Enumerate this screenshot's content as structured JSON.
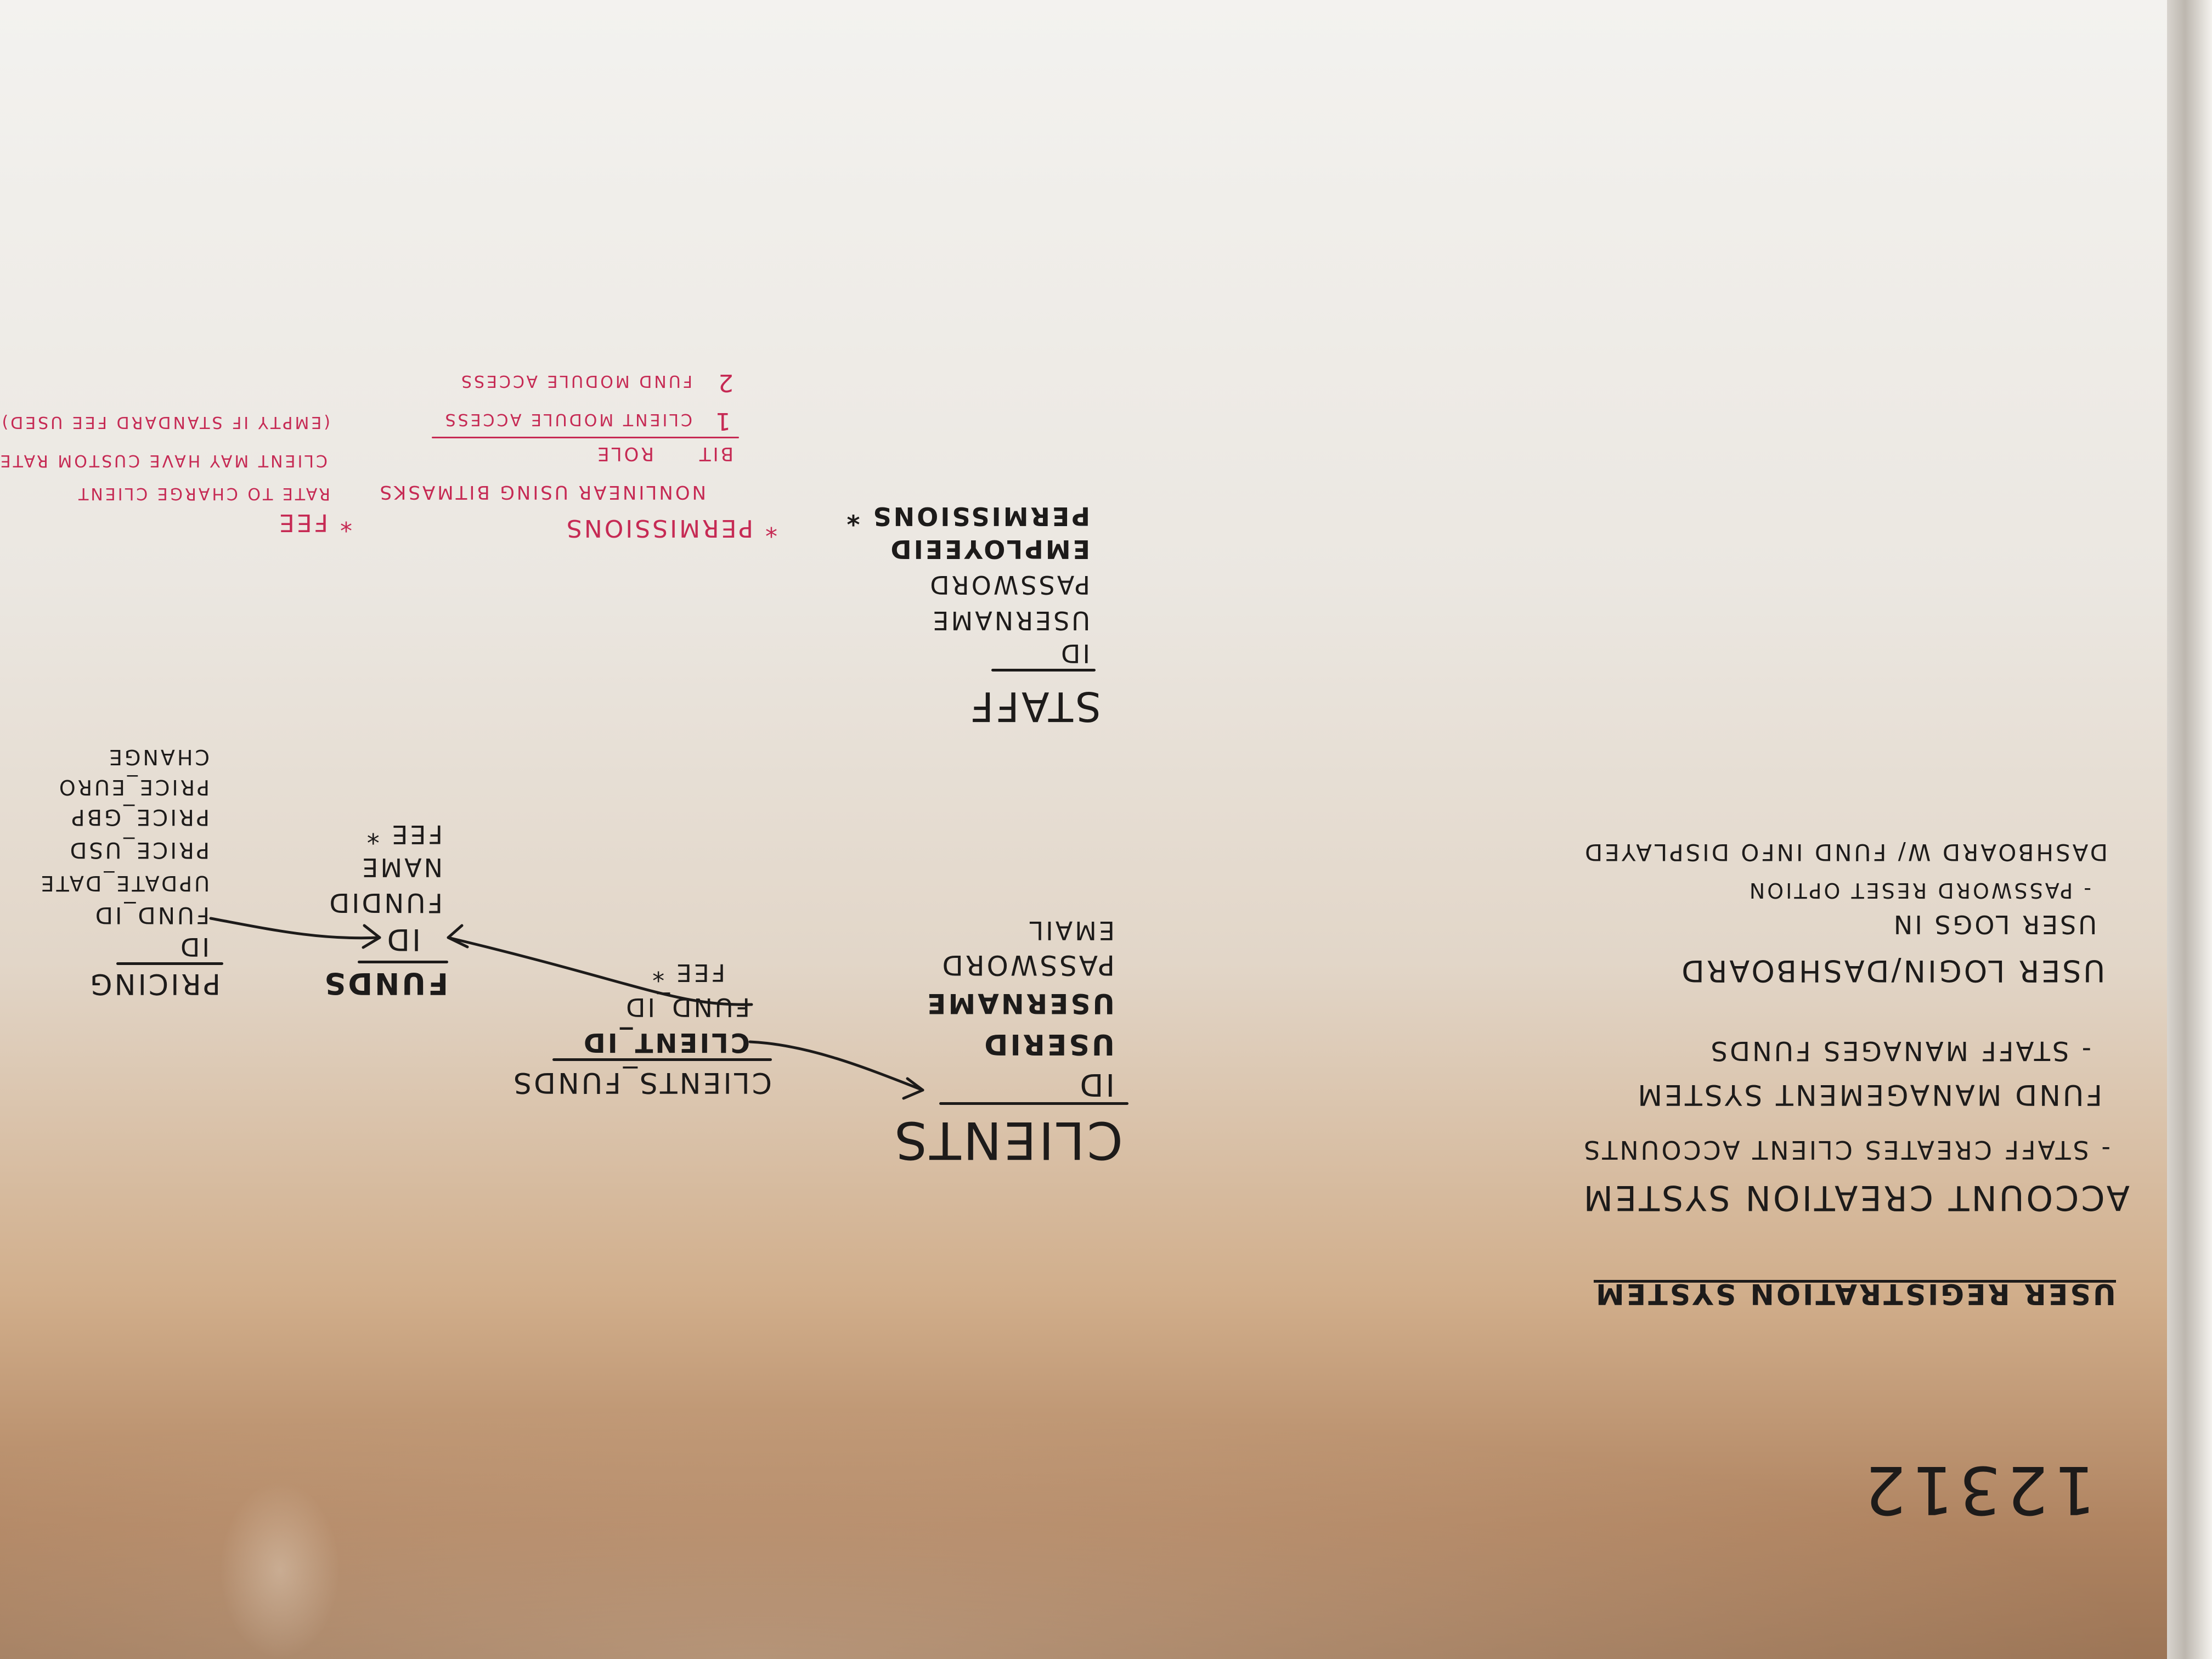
{
  "whiteboard": {
    "number": "12312",
    "title": "USER REGISTRATION SYSTEM",
    "sections": [
      {
        "heading": "ACCOUNT CREATION SYSTEM",
        "items": [
          "- STAFF CREATES CLIENT ACCOUNTS"
        ]
      },
      {
        "heading": "FUND MANAGEMENT SYSTEM",
        "items": [
          "- STAFF MANAGES FUNDS"
        ]
      },
      {
        "heading": "USER LOGIN/DASHBOARD",
        "items": [
          "USER LOGS IN",
          "- PASSWORD RESET OPTION",
          "DASHBOARD W/ FUND INFO DISPLAYED"
        ]
      }
    ],
    "tables": {
      "staff": {
        "name": "STAFF",
        "fields": [
          "ID",
          "USERNAME",
          "PASSWORD",
          "EMPLOYEEID",
          "PERMISSIONS *"
        ]
      },
      "clients": {
        "name": "CLIENTS",
        "fields": [
          "ID",
          "USERID",
          "USERNAME",
          "PASSWORD",
          "EMAIL"
        ]
      },
      "clients_funds": {
        "name": "CLIENTS_FUNDS",
        "fields": [
          "CLIENT_ID",
          "FUND_ID",
          "FEE *"
        ]
      },
      "funds": {
        "name": "FUNDS",
        "fields": [
          "ID",
          "FUNDID",
          "NAME",
          "FEE *"
        ]
      },
      "pricing": {
        "name": "PRICING",
        "fields": [
          "ID",
          "FUND_ID",
          "UPDATE_DATE",
          "PRICE_USD",
          "PRICE_GBP",
          "PRICE_EURO",
          "CHANGE"
        ]
      }
    },
    "notes": {
      "permissions": {
        "title": "* PERMISSIONS",
        "subtitle": "NONLINEAR USING BITMASKS",
        "header_bit": "BIT",
        "header_role": "ROLE",
        "rows": [
          {
            "bit": "1",
            "role": "CLIENT MODULE ACCESS"
          },
          {
            "bit": "2",
            "role": "FUND MODULE ACCESS"
          }
        ]
      },
      "fee": {
        "title": "* FEE",
        "lines": [
          "RATE TO CHARGE CLIENT",
          "CLIENT MAY HAVE CUSTOM RATE",
          "(EMPTY IF STANDARD FEE USED)"
        ]
      }
    },
    "ink_colors": {
      "black": "#1d1b1a",
      "red": "#c62a54"
    }
  }
}
